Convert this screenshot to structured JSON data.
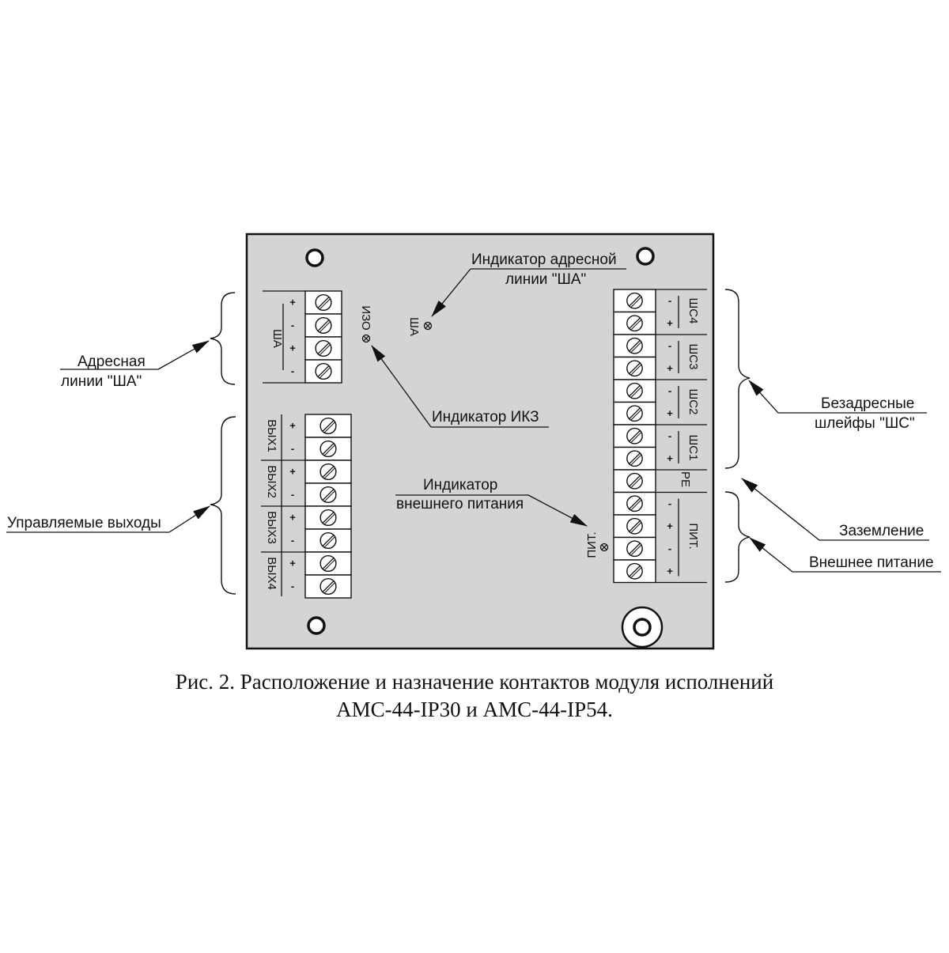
{
  "board": {
    "indicators": {
      "sha": "ША",
      "iz": "ИЗО",
      "pit": "ПИТ."
    },
    "left_sha_block": {
      "group_label": "ША",
      "pins": [
        "+",
        "-",
        "+",
        "-"
      ]
    },
    "outputs_block": {
      "pairs": [
        {
          "label": "ВЫХ1",
          "pins": [
            "+",
            "-"
          ]
        },
        {
          "label": "ВЫХ2",
          "pins": [
            "+",
            "-"
          ]
        },
        {
          "label": "ВЫХ3",
          "pins": [
            "+",
            "-"
          ]
        },
        {
          "label": "ВЫХ4",
          "pins": [
            "+",
            "-"
          ]
        }
      ]
    },
    "right_block": {
      "groups": [
        {
          "label": "ШС4",
          "pins": [
            "-",
            "+"
          ]
        },
        {
          "label": "ШС3",
          "pins": [
            "-",
            "+"
          ]
        },
        {
          "label": "ШС2",
          "pins": [
            "-",
            "+"
          ]
        },
        {
          "label": "ШС1",
          "pins": [
            "-",
            "+"
          ]
        },
        {
          "label": "PE",
          "pins": [
            ""
          ]
        },
        {
          "label": "ПИТ.",
          "pins": [
            "-",
            "+",
            "-",
            "+"
          ]
        }
      ]
    }
  },
  "callouts": {
    "sha_indicator_line1": "Индикатор адресной",
    "sha_indicator_line2": "линии \"ША\"",
    "addr_line_line1": "Адресная",
    "addr_line_line2": "линии \"ША\"",
    "ikz": "Индикатор ИКЗ",
    "ext_power_ind_line1": "Индикатор",
    "ext_power_ind_line2": "внешнего питания",
    "outputs": "Управляемые выходы",
    "loops_line1": "Безадресные",
    "loops_line2": "шлейфы \"ШС\"",
    "ground": "Заземление",
    "ext_power": "Внешнее питание"
  },
  "caption": {
    "line1": "Рис. 2. Расположение и назначение контактов модуля исполнений",
    "line2": "АМС-44-IP30 и АМС-44-IP54."
  }
}
